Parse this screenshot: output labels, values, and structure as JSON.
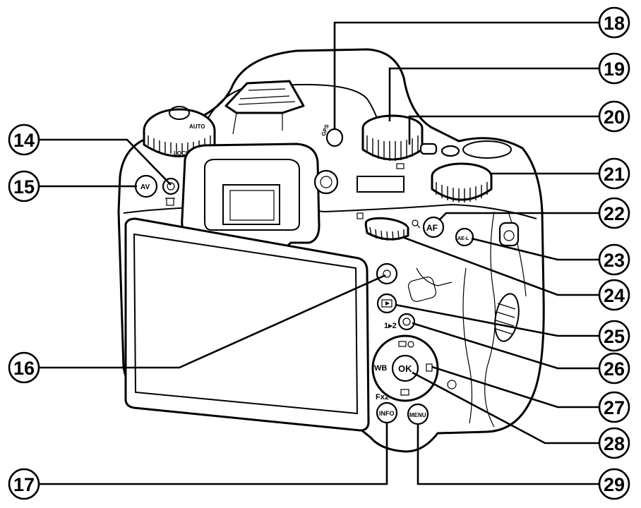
{
  "callouts": [
    {
      "id": "14",
      "label": "14"
    },
    {
      "id": "15",
      "label": "15"
    },
    {
      "id": "16",
      "label": "16"
    },
    {
      "id": "17",
      "label": "17"
    },
    {
      "id": "18",
      "label": "18"
    },
    {
      "id": "19",
      "label": "19"
    },
    {
      "id": "20",
      "label": "20"
    },
    {
      "id": "21",
      "label": "21"
    },
    {
      "id": "22",
      "label": "22"
    },
    {
      "id": "23",
      "label": "23"
    },
    {
      "id": "24",
      "label": "24"
    },
    {
      "id": "25",
      "label": "25"
    },
    {
      "id": "26",
      "label": "26"
    },
    {
      "id": "27",
      "label": "27"
    },
    {
      "id": "28",
      "label": "28"
    },
    {
      "id": "29",
      "label": "29"
    }
  ],
  "camera_labels": {
    "av_button": "AV",
    "gps": "GPS",
    "af_button": "AF",
    "ael_button": "AE-L",
    "ok_button": "OK",
    "wb": "WB",
    "info_button": "INFO",
    "menu_button": "MENU",
    "fx2": "Fx2",
    "card_slot": "1▸2",
    "lock": "LOCK",
    "auto": "AUTO"
  },
  "colors": {
    "line": "#000000",
    "background": "#ffffff"
  }
}
